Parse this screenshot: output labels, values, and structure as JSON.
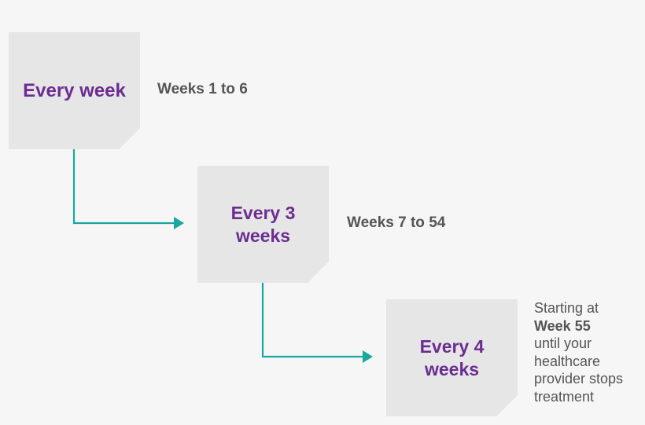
{
  "steps": [
    {
      "frequency": "Every week",
      "period": "Weeks 1 to 6"
    },
    {
      "frequency": "Every 3 weeks",
      "period": "Weeks 7 to 54"
    },
    {
      "frequency": "Every 4 weeks",
      "period_lines": [
        "Starting at",
        "Week 55",
        "until your",
        "healthcare",
        "provider stops",
        "treatment"
      ]
    }
  ],
  "colors": {
    "background": "#f6f6f6",
    "box": "#e6e6e6",
    "frequency_text": "#6c2c91",
    "period_text": "#555555",
    "arrow": "#1aa7a0"
  }
}
